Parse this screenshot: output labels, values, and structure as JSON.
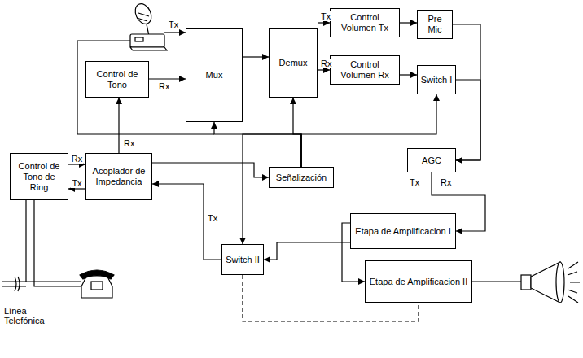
{
  "diagram": {
    "nodes": [
      {
        "text": [
          "Control Volumen Tx"
        ]
      },
      {
        "text": [
          "Pre Mic"
        ]
      },
      {
        "text": [
          "Mux"
        ]
      },
      {
        "text": [
          "Demux"
        ]
      },
      {
        "text": [
          "Control de Tono"
        ]
      },
      {
        "text": [
          "Control Volumen Rx"
        ]
      },
      {
        "text": [
          "Switch I"
        ]
      },
      {
        "text": [
          "Control de Tono de Ring"
        ]
      },
      {
        "text": [
          "Acoplador de Impedancia"
        ]
      },
      {
        "text": [
          "Señalización"
        ]
      },
      {
        "text": [
          "AGC"
        ]
      },
      {
        "text": [
          "Switch II"
        ]
      },
      {
        "text": [
          "Etapa de Amplificacion I"
        ]
      },
      {
        "text": [
          "Etapa de Amplificacion II"
        ]
      }
    ],
    "edges": [
      {
        "from": 2,
        "to": 3,
        "arrow": "to"
      },
      {
        "from": 3,
        "to": 0,
        "arrow": "to"
      },
      {
        "from": 3,
        "to": 5,
        "arrow": "to"
      },
      {
        "from": 0,
        "to": 1,
        "arrow": "to"
      },
      {
        "from": 5,
        "to": 6,
        "arrow": "to"
      },
      {
        "from": 1,
        "to": 10,
        "arrow": "to"
      },
      {
        "from": 6,
        "to": 10,
        "arrow": "to"
      },
      {
        "from": 10,
        "to": 12,
        "arrow": "to"
      },
      {
        "from": 12,
        "to": 13,
        "arrow": "to"
      },
      {
        "from": 12,
        "to": 11,
        "arrow": "to"
      },
      {
        "from": 11,
        "to": 13,
        "arrow": "none"
      },
      {
        "from": 11,
        "to": 8,
        "arrow": "to"
      },
      {
        "from": 8,
        "to": 4,
        "arrow": "to"
      },
      {
        "from": 7,
        "to": 8,
        "label": "Rx",
        "arrow": "to"
      },
      {
        "from": 8,
        "to": 7,
        "label": "Tx",
        "arrow": "to"
      },
      {
        "from": 8,
        "to": 9,
        "arrow": "to"
      },
      {
        "from": 9,
        "to": 2,
        "arrow": "to"
      },
      {
        "from": 9,
        "to": 3,
        "arrow": "to"
      },
      {
        "from": 9,
        "to": 6,
        "arrow": "to"
      },
      {
        "from": 9,
        "to": 11,
        "arrow": "to"
      },
      {
        "from": 4,
        "to": 2,
        "arrow": "to"
      }
    ],
    "labels": [
      "Tx",
      "Rx",
      "Tx",
      "Rx",
      "Rx",
      "Tx",
      "Tx",
      "Rx",
      "Línea Telefónica"
    ]
  }
}
